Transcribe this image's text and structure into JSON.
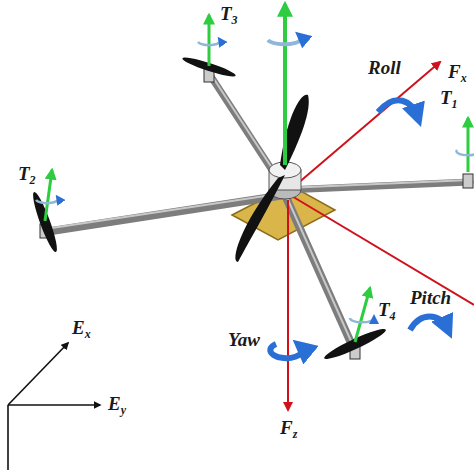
{
  "diagram": {
    "labels": [
      "T3",
      "Roll",
      "Fx",
      "T1",
      "T2",
      "Pitch",
      "T4",
      "Yaw",
      "Fz",
      "Ex",
      "Ey"
    ]
  }
}
